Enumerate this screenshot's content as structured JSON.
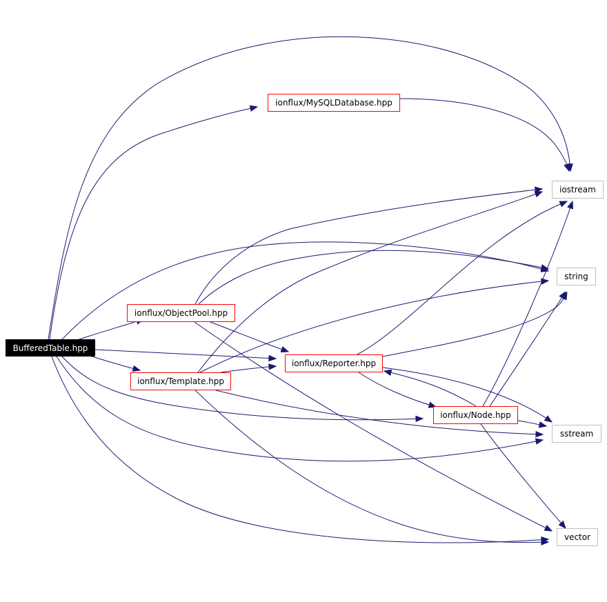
{
  "nodes": {
    "buffered_table": "BufferedTable.hpp",
    "mysql_database": "ionflux/MySQLDatabase.hpp",
    "object_pool": "ionflux/ObjectPool.hpp",
    "template": "ionflux/Template.hpp",
    "reporter": "ionflux/Reporter.hpp",
    "node": "ionflux/Node.hpp",
    "iostream": "iostream",
    "string": "string",
    "sstream": "sstream",
    "vector": "vector"
  },
  "colors": {
    "edge": "#191970",
    "root_fill": "#000000",
    "root_text": "#ffffff",
    "local_border": "#ff0000",
    "system_border": "#bfbfbf"
  }
}
